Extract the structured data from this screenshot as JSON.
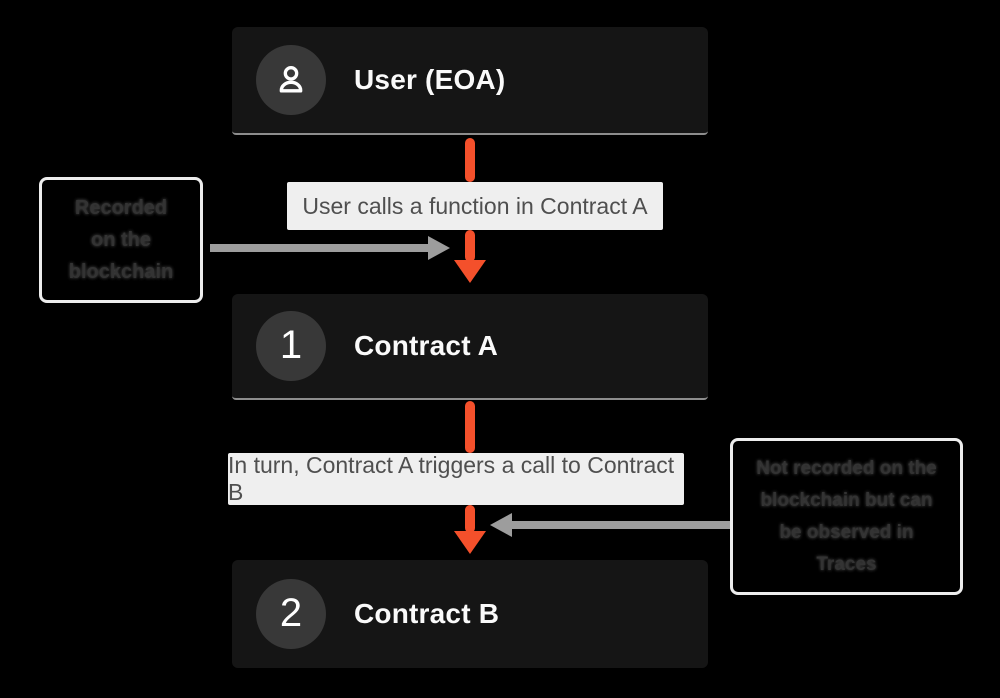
{
  "canvas": {
    "background": "#000000"
  },
  "colors": {
    "node_box": "#151515",
    "node_circle": "#383838",
    "node_text": "#fafafa",
    "accent_orange": "#f4502b",
    "arrow_gray": "#9d9d9d",
    "label_bg": "#efefef",
    "label_text": "#4f4f4f",
    "note_border": "#ededed",
    "note_text": "#333333"
  },
  "nodes": {
    "user": {
      "icon": "person-icon",
      "title": "User (EOA)"
    },
    "contract_a": {
      "badge": "1",
      "title": "Contract A"
    },
    "contract_b": {
      "badge": "2",
      "title": "Contract B"
    }
  },
  "flow_labels": {
    "call_a": "User calls a function in Contract A",
    "call_b": "In turn, Contract A triggers a call to Contract B"
  },
  "notes": {
    "left": {
      "lines": [
        "Recorded",
        "on the",
        "blockchain"
      ]
    },
    "right": {
      "lines": [
        "Not recorded on the",
        "blockchain but can",
        "be observed in",
        "Traces"
      ]
    }
  }
}
